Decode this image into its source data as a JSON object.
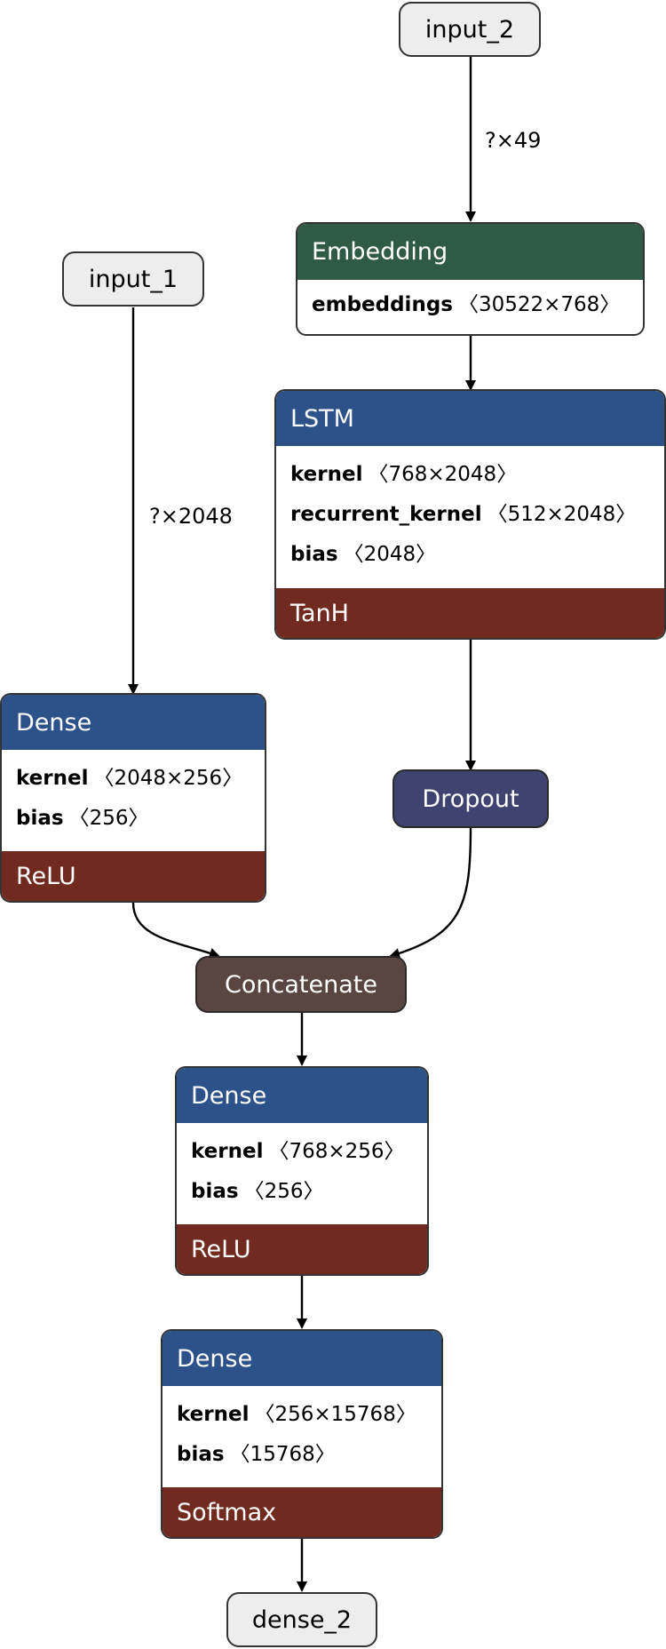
{
  "colors": {
    "layer_header": "#2d5189",
    "activation_footer": "#702a20",
    "embedding_header": "#2f5a45",
    "dropout": "#3f4370",
    "concatenate": "#5a4640",
    "io_node": "#ededed",
    "edge": "#000000"
  },
  "inputs": {
    "input_1": "input_1",
    "input_2": "input_2"
  },
  "output": {
    "dense_2": "dense_2"
  },
  "edge_labels": {
    "input_2_to_embedding": "?×49",
    "input_1_to_dense": "?×2048"
  },
  "embedding": {
    "title": "Embedding",
    "params": [
      {
        "name": "embeddings",
        "shape": "〈30522×768〉"
      }
    ]
  },
  "lstm": {
    "title": "LSTM",
    "params": [
      {
        "name": "kernel",
        "shape": "〈768×2048〉"
      },
      {
        "name": "recurrent_kernel",
        "shape": "〈512×2048〉"
      },
      {
        "name": "bias",
        "shape": "〈2048〉"
      }
    ],
    "activation": "TanH"
  },
  "dropout": {
    "title": "Dropout"
  },
  "dense_a": {
    "title": "Dense",
    "params": [
      {
        "name": "kernel",
        "shape": "〈2048×256〉"
      },
      {
        "name": "bias",
        "shape": "〈256〉"
      }
    ],
    "activation": "ReLU"
  },
  "concatenate": {
    "title": "Concatenate"
  },
  "dense_b": {
    "title": "Dense",
    "params": [
      {
        "name": "kernel",
        "shape": "〈768×256〉"
      },
      {
        "name": "bias",
        "shape": "〈256〉"
      }
    ],
    "activation": "ReLU"
  },
  "dense_c": {
    "title": "Dense",
    "params": [
      {
        "name": "kernel",
        "shape": "〈256×15768〉"
      },
      {
        "name": "bias",
        "shape": "〈15768〉"
      }
    ],
    "activation": "Softmax"
  }
}
